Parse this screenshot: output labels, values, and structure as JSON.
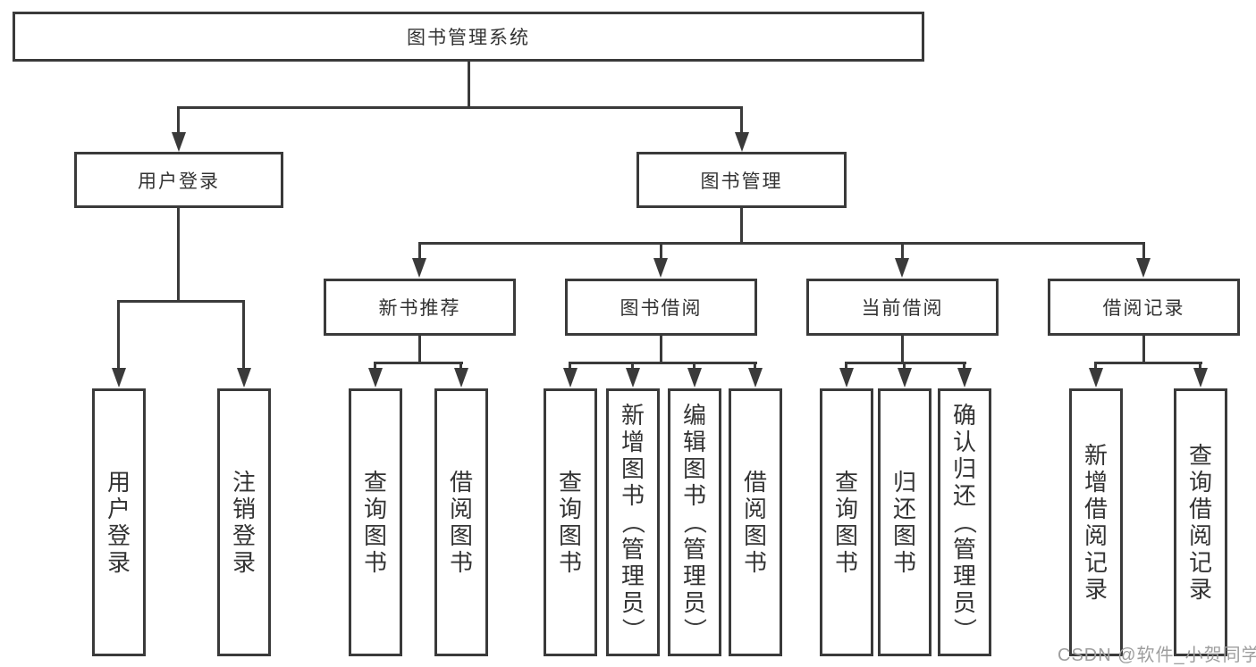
{
  "diagram": {
    "root": {
      "label": "图书管理系统"
    },
    "level2": [
      {
        "label": "用户登录"
      },
      {
        "label": "图书管理"
      }
    ],
    "level3": [
      {
        "label": "新书推荐"
      },
      {
        "label": "图书借阅"
      },
      {
        "label": "当前借阅"
      },
      {
        "label": "借阅记录"
      }
    ],
    "leaves": {
      "user_login": [
        {
          "label": "用户登录"
        },
        {
          "label": "注销登录"
        }
      ],
      "new_books": [
        {
          "label": "查询图书"
        },
        {
          "label": "借阅图书"
        }
      ],
      "book_borrow": [
        {
          "label": "查询图书"
        },
        {
          "label": "新增图书（管理员）"
        },
        {
          "label": "编辑图书（管理员）"
        },
        {
          "label": "借阅图书"
        }
      ],
      "current_borrow": [
        {
          "label": "查询图书"
        },
        {
          "label": "归还图书"
        },
        {
          "label": "确认归还（管理员）"
        }
      ],
      "borrow_records": [
        {
          "label": "新增借阅记录"
        },
        {
          "label": "查询借阅记录"
        }
      ]
    }
  },
  "watermark": "CSDN @软件_小贺同学",
  "colors": {
    "line": "#3a3a3a",
    "text": "#333333",
    "watermark": "#9e9e9e",
    "background": "#ffffff"
  }
}
